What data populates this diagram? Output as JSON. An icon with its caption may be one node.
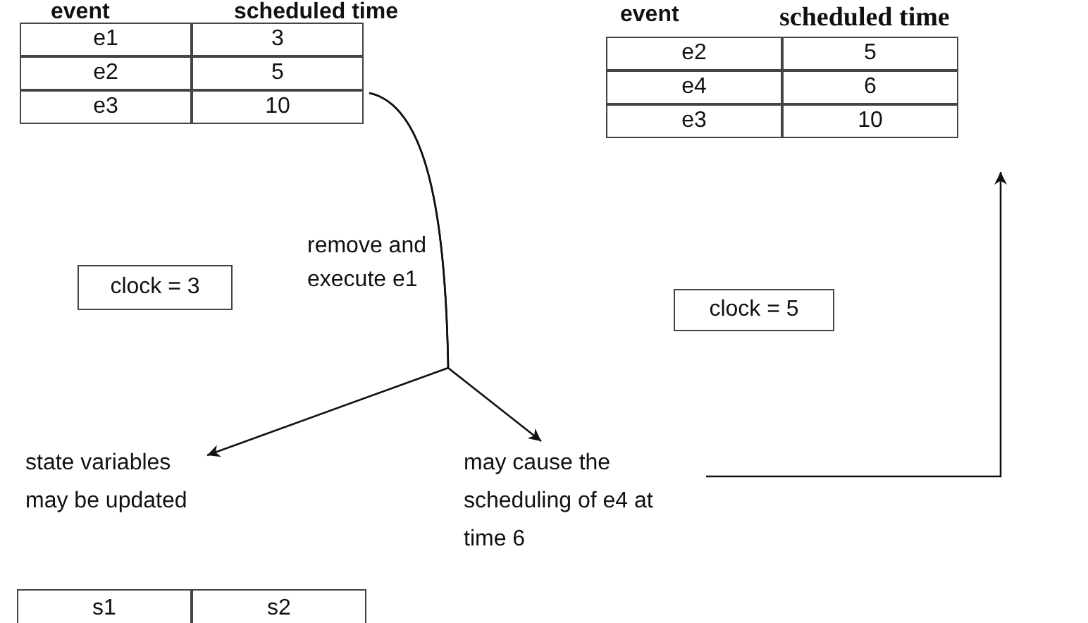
{
  "diagram": {
    "nodes": [
      {
        "text": [
          "event",
          "scheduled time",
          "e1",
          "3",
          "e2",
          "5",
          "e3",
          "10"
        ]
      },
      {
        "text": [
          "event",
          "scheduled time",
          "e2",
          "5",
          "e4",
          "6",
          "e3",
          "10"
        ]
      },
      {
        "text": [
          "clock = 3"
        ]
      },
      {
        "text": [
          "clock = 5"
        ]
      },
      {
        "text": [
          "state variables may be updated"
        ]
      },
      {
        "text": [
          "may cause the scheduling of e4 at time 6"
        ]
      },
      {
        "text": [
          "s1",
          "s2"
        ]
      }
    ],
    "edges": [
      {
        "from": 0,
        "to": 4,
        "arrow": "to",
        "label": "remove and execute e1"
      },
      {
        "from": 0,
        "to": 5,
        "arrow": "to"
      },
      {
        "from": 5,
        "to": 1,
        "arrow": "to"
      }
    ]
  }
}
